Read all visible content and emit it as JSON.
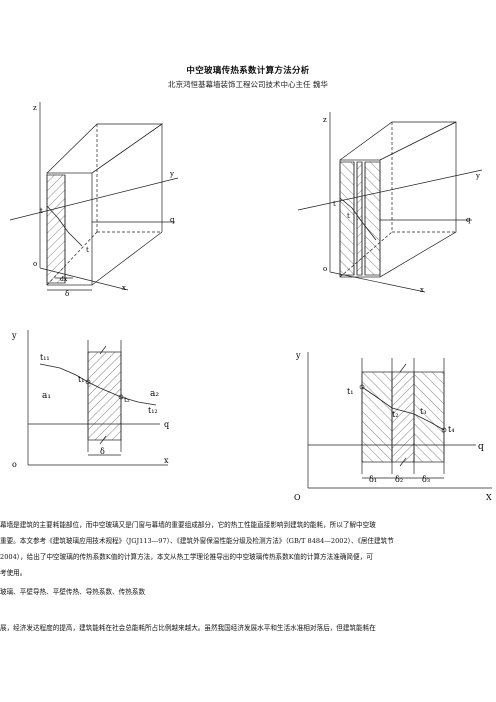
{
  "header": {
    "title": "中空玻璃传热系数计算方法分析",
    "author_line": "北京鸿恒基幕墙装饰工程公司技术中心主任 魏华"
  },
  "figure_top_left": {
    "labels": {
      "z": "z",
      "y": "y",
      "q": "q",
      "t1": "t",
      "t2": "t",
      "o": "o",
      "x": "x",
      "delta": "δ",
      "dx": "dx"
    }
  },
  "figure_top_right": {
    "labels": {
      "z": "z",
      "y": "y",
      "q": "q",
      "t1": "t",
      "t": "t",
      "o": "o",
      "x": "x"
    }
  },
  "figure_bottom_left": {
    "labels": {
      "y": "y",
      "t11": "t₁₁",
      "tw1": "t₁",
      "a1": "a₁",
      "a2": "a₂",
      "tw2": "t₂",
      "t12": "t₁₂",
      "q": "q",
      "delta": "δ",
      "o": "o",
      "x": "x"
    }
  },
  "figure_bottom_right": {
    "labels": {
      "y": "y",
      "t1": "t₁",
      "t2": "t₂",
      "t3": "t₃",
      "t4": "t₄",
      "q": "q",
      "d1": "δ₁",
      "d2": "δ₂",
      "d3": "δ₃",
      "o": "O",
      "x": "X"
    }
  },
  "body": {
    "para1_line1": "幕墙是建筑的主要耗能部位，而中空玻璃又是门窗与幕墙的重要组成部分，它的热工性能直接影响到建筑的能耗，所以了解中空玻",
    "para1_line2": "重要。本文参考《建筑玻璃应用技术规程》（JGJ113—97）、《建筑外窗保温性能分级及检测方法》（GB/T 8484—2002）、《居住建筑节",
    "para1_line3": "2004），给出了中空玻璃的传热系数K值的计算方法，本文从热工学理论推导出的中空玻璃传热系数K值的计算方法准确简便，可",
    "para1_line4": "考使用。",
    "keywords": "玻璃、平壁导热、平壁传热、导热系数、传热系数",
    "para2_line1": "展，经济发达程度的提高，建筑能耗在社会总能耗所占比例越来越大。虽然我国经济发展水平和生活水准相对落后，但建筑能耗在"
  }
}
